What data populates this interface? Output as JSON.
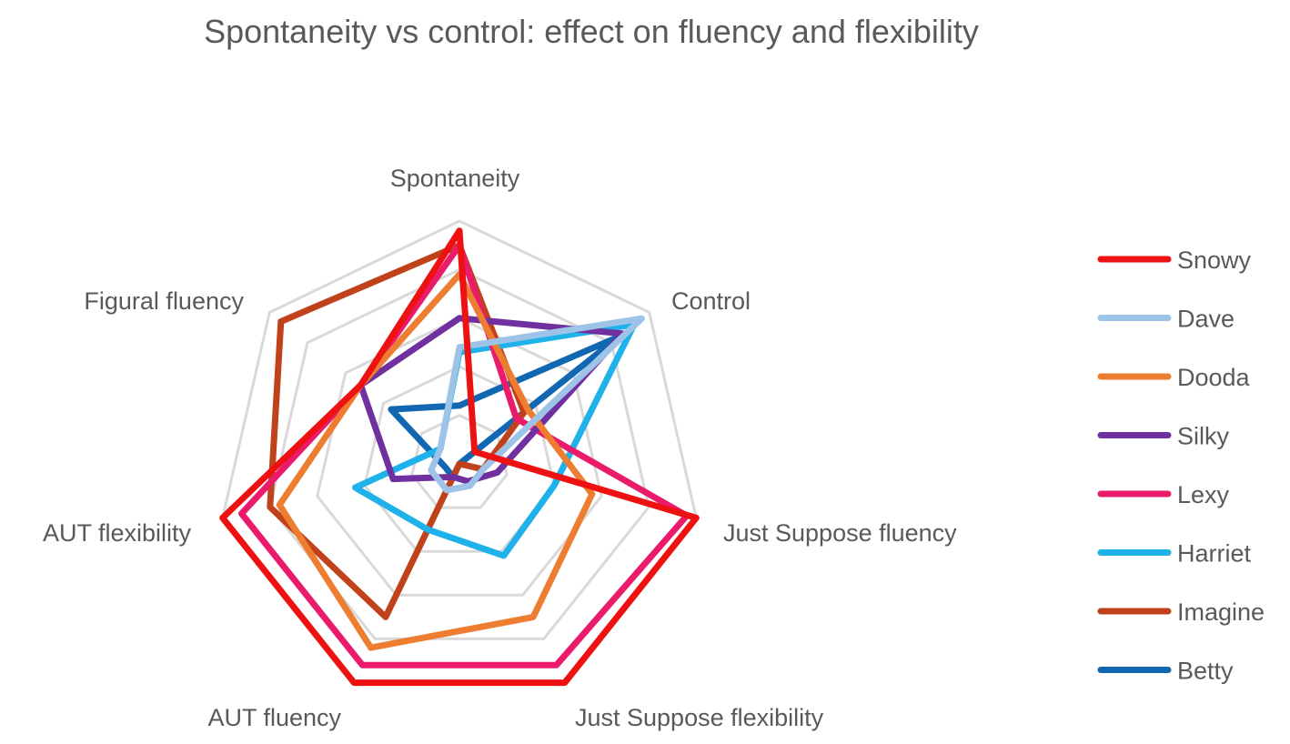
{
  "chart_data": {
    "type": "radar",
    "title": "Spontaneity vs control: effect on fluency and flexibility",
    "axes": [
      "Spontaneity",
      "Control",
      "Just Suppose fluency",
      "Just Suppose flexibility",
      "AUT fluency",
      "AUT flexibility",
      "Figural fluency"
    ],
    "rlim": [
      0,
      5
    ],
    "grid": true,
    "legend_position": "right",
    "series": [
      {
        "name": "Snowy",
        "color": "#ee1111",
        "values": [
          4.8,
          0.4,
          5.0,
          5.0,
          5.0,
          5.0,
          2.6
        ]
      },
      {
        "name": "Dave",
        "color": "#9dc3e6",
        "values": [
          2.4,
          4.8,
          0.5,
          0.5,
          0.6,
          0.6,
          0.5
        ]
      },
      {
        "name": "Dooda",
        "color": "#ed7d31",
        "values": [
          3.9,
          1.8,
          2.8,
          3.5,
          4.2,
          3.8,
          2.6
        ]
      },
      {
        "name": "Silky",
        "color": "#7030a0",
        "values": [
          3.0,
          4.3,
          0.8,
          0.4,
          0.3,
          1.4,
          2.6
        ]
      },
      {
        "name": "Lexy",
        "color": "#ea1b6b",
        "values": [
          4.5,
          1.5,
          4.8,
          4.6,
          4.6,
          4.6,
          2.6
        ]
      },
      {
        "name": "Harriet",
        "color": "#1fb1ea",
        "values": [
          2.3,
          4.6,
          2.0,
          2.1,
          1.5,
          2.2,
          0.5
        ]
      },
      {
        "name": "Imagine",
        "color": "#c0421b",
        "values": [
          4.5,
          1.7,
          0.5,
          0.0,
          3.5,
          4.0,
          4.7
        ]
      },
      {
        "name": "Betty",
        "color": "#1167b1",
        "values": [
          1.2,
          4.2,
          0.0,
          0.0,
          0.3,
          0.3,
          1.8
        ]
      }
    ]
  }
}
